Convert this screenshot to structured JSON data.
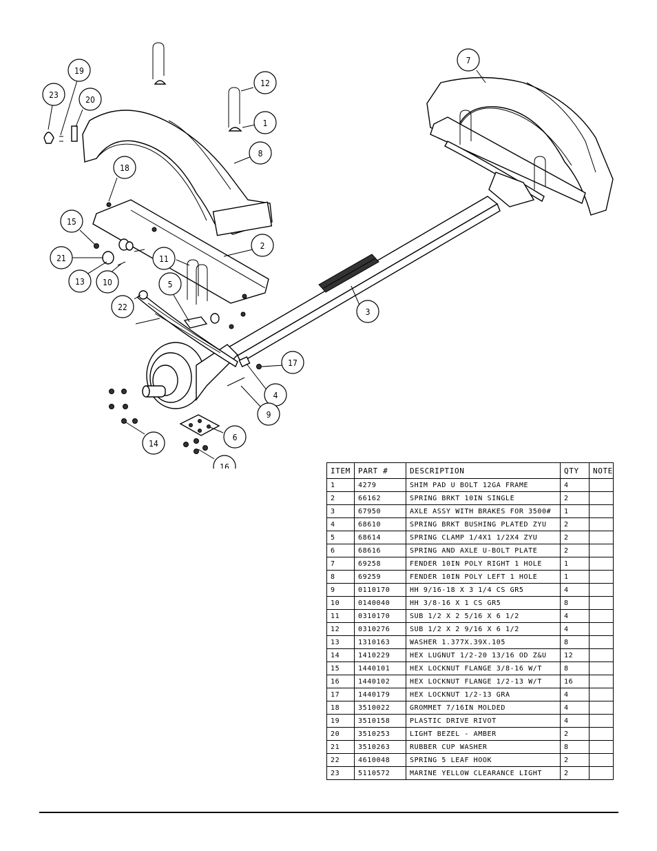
{
  "diagram": {
    "callouts": [
      {
        "label": "1"
      },
      {
        "label": "2"
      },
      {
        "label": "3"
      },
      {
        "label": "4"
      },
      {
        "label": "5"
      },
      {
        "label": "6"
      },
      {
        "label": "7"
      },
      {
        "label": "8"
      },
      {
        "label": "9"
      },
      {
        "label": "10"
      },
      {
        "label": "11"
      },
      {
        "label": "12"
      },
      {
        "label": "13"
      },
      {
        "label": "14"
      },
      {
        "label": "15"
      },
      {
        "label": "16"
      },
      {
        "label": "17"
      },
      {
        "label": "18"
      },
      {
        "label": "19"
      },
      {
        "label": "20"
      },
      {
        "label": "21"
      },
      {
        "label": "22"
      },
      {
        "label": "23"
      }
    ]
  },
  "parts_table": {
    "headers": [
      "ITEM",
      "PART #",
      "DESCRIPTION",
      "QTY",
      "NOTE"
    ],
    "rows": [
      [
        "1",
        "4279",
        "SHIM PAD   U BOLT 12GA FRAME",
        "4",
        ""
      ],
      [
        "2",
        "66162",
        "SPRING BRKT  10IN SINGLE",
        "2",
        ""
      ],
      [
        "3",
        "67950",
        "AXLE ASSY WITH BRAKES FOR 3500#",
        "1",
        ""
      ],
      [
        "4",
        "68610",
        "SPRING BRKT BUSHING PLATED ZYU",
        "2",
        ""
      ],
      [
        "5",
        "68614",
        "SPRING CLAMP   1/4X1 1/2X4  ZYU",
        "2",
        ""
      ],
      [
        "6",
        "68616",
        "SPRING AND AXLE U-BOLT PLATE",
        "2",
        ""
      ],
      [
        "7",
        "69258",
        "FENDER  10IN POLY RIGHT 1 HOLE",
        "1",
        ""
      ],
      [
        "8",
        "69259",
        "FENDER  10IN POLY LEFT 1 HOLE",
        "1",
        ""
      ],
      [
        "9",
        "0110170",
        "HH 9/16-18 X 3 1/4 CS GR5",
        "4",
        ""
      ],
      [
        "10",
        "0140040",
        "HH 3/8-16 X 1 CS GR5",
        "8",
        ""
      ],
      [
        "11",
        "0310170",
        "SUB 1/2 X 2 5/16 X 6 1/2",
        "4",
        ""
      ],
      [
        "12",
        "0310276",
        "SUB 1/2 X 2 9/16 X 6 1/2",
        "4",
        ""
      ],
      [
        "13",
        "1310163",
        "WASHER 1.377X.39X.105",
        "8",
        ""
      ],
      [
        "14",
        "1410229",
        "HEX LUGNUT 1/2-20 13/16 OD Z&U",
        "12",
        ""
      ],
      [
        "15",
        "1440101",
        "HEX LOCKNUT FLANGE 3/8-16 W/T",
        "8",
        ""
      ],
      [
        "16",
        "1440102",
        "HEX LOCKNUT FLANGE 1/2-13 W/T",
        "16",
        ""
      ],
      [
        "17",
        "1440179",
        "HEX LOCKNUT 1/2-13 GRA",
        "4",
        ""
      ],
      [
        "18",
        "3510022",
        "GROMMET  7/16IN MOLDED",
        "4",
        ""
      ],
      [
        "19",
        "3510158",
        "PLASTIC DRIVE RIVOT",
        "4",
        ""
      ],
      [
        "20",
        "3510253",
        "LIGHT BEZEL - AMBER",
        "2",
        ""
      ],
      [
        "21",
        "3510263",
        "RUBBER CUP WASHER",
        "8",
        ""
      ],
      [
        "22",
        "4610048",
        "SPRING  5 LEAF HOOK",
        "2",
        ""
      ],
      [
        "23",
        "5110572",
        "MARINE YELLOW CLEARANCE LIGHT",
        "2",
        ""
      ]
    ]
  }
}
